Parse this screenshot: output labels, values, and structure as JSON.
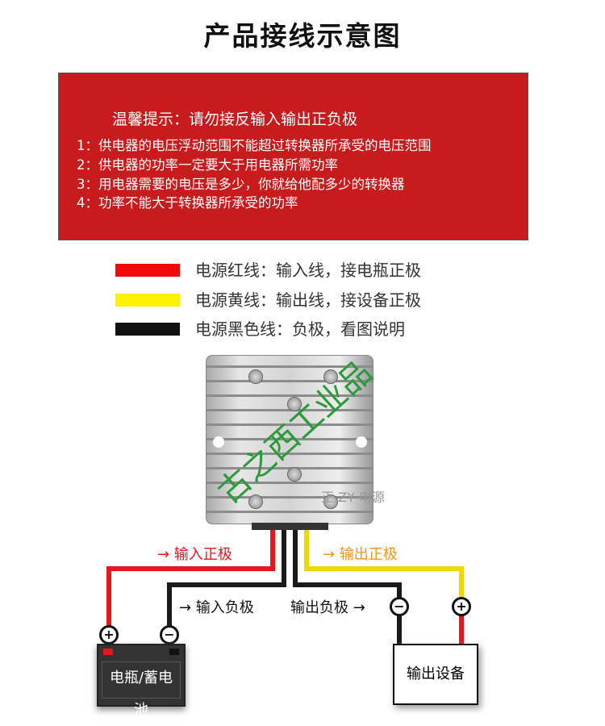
{
  "title": "产品接线示意图",
  "tips": {
    "heading": "温馨提示：请勿接反输入输出正负极",
    "items": [
      "1：供电器的电压浮动范围不能超过转换器所承受的电压范围",
      "2：供电器的功率一定要大于用电器所需功率",
      "3：用电器需要的电压是多少，你就给他配多少的转换器",
      "4：功率不能大于转换器所承受的功率"
    ]
  },
  "legend": [
    {
      "color": "#f00a0a",
      "text": "电源红线：输入线，接电瓶正极"
    },
    {
      "color": "#fff200",
      "text": "电源黄线：输出线，接设备正极"
    },
    {
      "color": "#111111",
      "text": "电源黑色线：负极，看图说明"
    }
  ],
  "labels": {
    "input_pos": "→ 输入正极",
    "output_pos": "→ 输出正极",
    "input_neg": "→ 输入负极",
    "output_neg": "输出负极 →"
  },
  "colors": {
    "input_pos": "#e8151b",
    "output_pos": "#f0961c"
  },
  "battery": "电瓶/蓄电池",
  "output_device": "输出设备",
  "watermark": "古之西工业品",
  "logo_watermark": "正 ZY 电源"
}
